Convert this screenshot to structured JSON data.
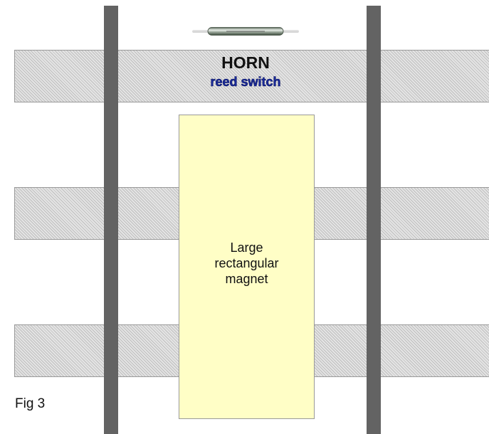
{
  "figure": {
    "label": "Fig 3"
  },
  "reed_switch": {
    "title": "HORN",
    "caption": "reed switch"
  },
  "magnet": {
    "label_lines": [
      "Large",
      "rectangular",
      "magnet"
    ],
    "fill_color": "#fffec6"
  },
  "colors": {
    "rail": "#636363",
    "tie": "#e4e4e4",
    "caption": "#1b2c9c"
  }
}
